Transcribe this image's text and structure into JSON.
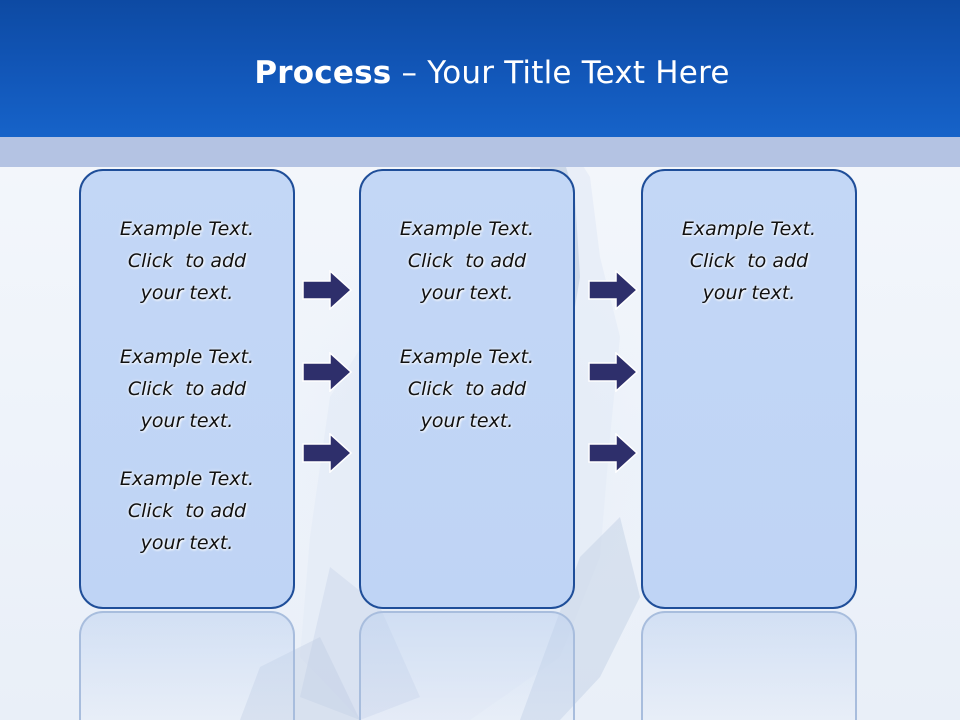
{
  "slide": {
    "title_bold": "Process",
    "title_rest": " – Your Title Text Here"
  },
  "columns": [
    {
      "items": [
        "Example Text.\nClick  to add\nyour text.",
        "Example Text.\nClick  to add\nyour text.",
        "Example Text.\nClick  to add\nyour text."
      ]
    },
    {
      "items": [
        "Example Text.\nClick  to add\nyour text.",
        "Example Text.\nClick  to add\nyour text."
      ]
    },
    {
      "items": [
        "Example Text.\nClick  to add\nyour text."
      ]
    }
  ],
  "colors": {
    "header": "#1257b9",
    "band": "#b4c3e3",
    "box_fill": "#c3d7f6",
    "box_border": "#1f4e99",
    "arrow_fill": "#2e2f6b"
  },
  "icons": [
    "right-arrow-icon"
  ]
}
